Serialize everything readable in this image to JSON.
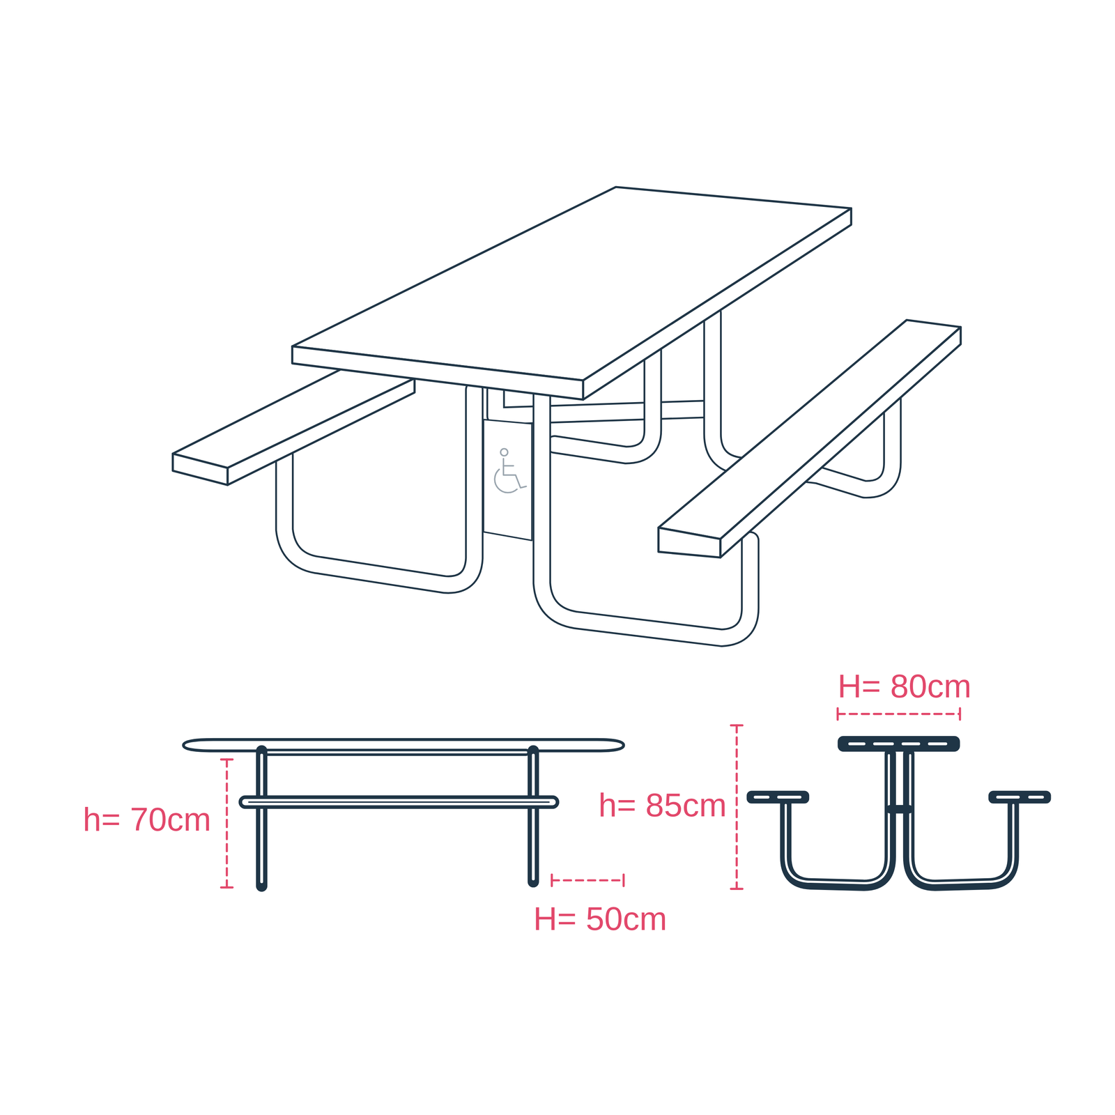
{
  "diagram": {
    "labels": [
      "h= 70cm",
      "H= 50cm",
      "h= 85cm",
      "H= 80cm"
    ]
  }
}
